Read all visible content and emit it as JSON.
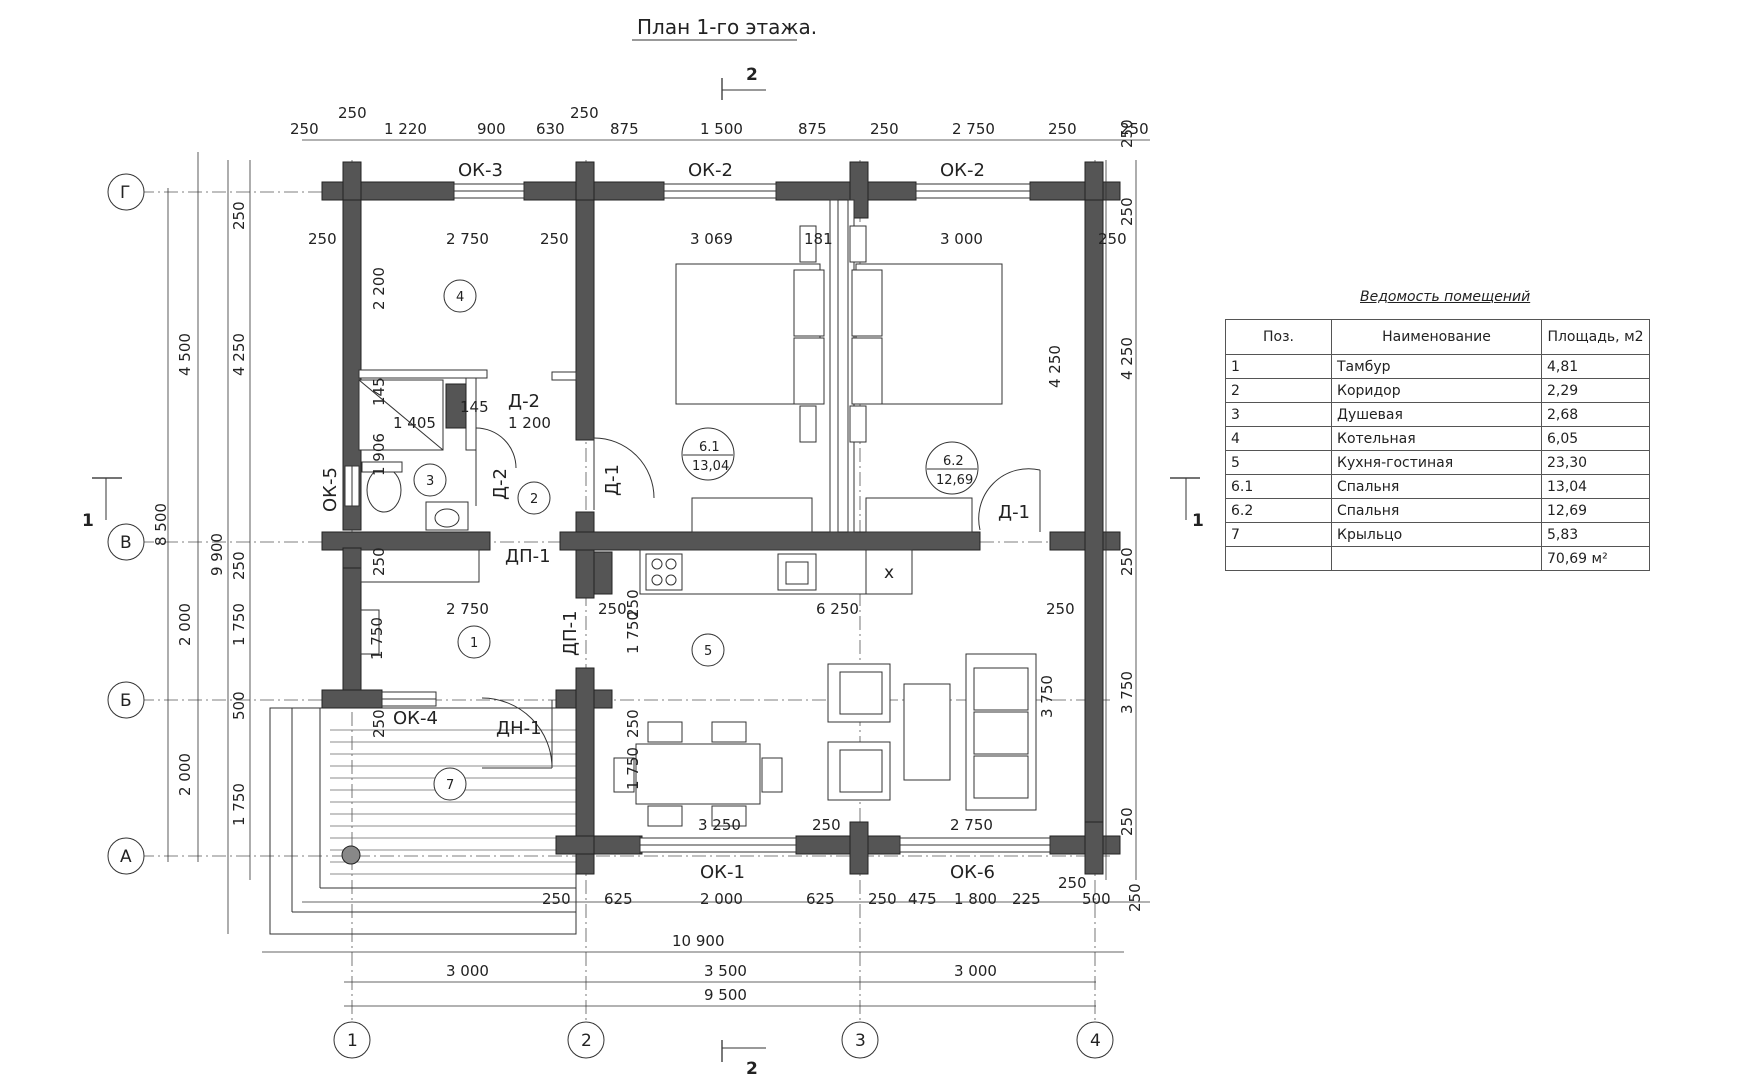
{
  "title": "План 1-го этажа.",
  "section_marks": {
    "top": "2",
    "bottom": "2",
    "left": "1",
    "right": "1"
  },
  "axes": {
    "rows": [
      "Г",
      "В",
      "Б",
      "А"
    ],
    "cols": [
      "1",
      "2",
      "3",
      "4"
    ]
  },
  "windows": [
    "ОК-3",
    "ОК-2",
    "ОК-2",
    "ОК-5",
    "ОК-4",
    "ОК-1",
    "ОК-6"
  ],
  "doors": [
    "Д-2",
    "Д-2",
    "Д-1",
    "Д-1",
    "ДП-1",
    "ДП-1",
    "ДН-1"
  ],
  "rooms": [
    {
      "pos": "4"
    },
    {
      "pos": "3"
    },
    {
      "pos": "2"
    },
    {
      "pos": "6.1",
      "area": "13,04"
    },
    {
      "pos": "6.2",
      "area": "12,69"
    },
    {
      "pos": "1"
    },
    {
      "pos": "5"
    },
    {
      "pos": "7"
    }
  ],
  "furniture_marks": {
    "x": "x"
  },
  "dims_top": [
    "250",
    "250",
    "1 220",
    "900",
    "630",
    "250",
    "875",
    "1 500",
    "875",
    "250",
    "2 750",
    "250",
    "250"
  ],
  "dims_bottom": [
    "250",
    "625",
    "2 000",
    "625",
    "250",
    "475",
    "1 800",
    "225",
    "250",
    "500",
    "250"
  ],
  "dims_total": {
    "overall": "10 900",
    "axis_total": "9 500",
    "bay1": "3 000",
    "bay2": "3 500",
    "bay3": "3 000"
  },
  "dims_left_outer": [
    "4 500",
    "8 500",
    "2 000",
    "2 000"
  ],
  "dims_left_mid": [
    "4 250",
    "9 900",
    "1 750",
    "1 750"
  ],
  "dims_left_inner": [
    "250",
    "250",
    "500"
  ],
  "dims_right": [
    "250",
    "4 250",
    "250",
    "3 750",
    "250",
    "250"
  ],
  "dims_inside": {
    "r4_w": "2 750",
    "r4_l": "250",
    "r4_r": "250",
    "r4_h": "2 200",
    "bed_w": "3 069",
    "bed_gap": "181",
    "bed2_w": "3 000",
    "bed2_r": "250",
    "wc_a": "145",
    "wc_b": "1 405",
    "wc_c": "145",
    "wc_d": "1 200",
    "wc_h": "1 906",
    "r1_w": "2 750",
    "r1_gap": "250",
    "r5_w": "6 250",
    "r5_r": "250",
    "r1_h": "1 750",
    "r1_top": "250",
    "r5_h": "1 750",
    "r5_left": "250",
    "r7_h": "1 750",
    "r7_l": "250",
    "r4_side": "4 250",
    "bot_a": "3 250",
    "bot_b": "250",
    "bot_c": "2 750",
    "r5_vert": "3 750"
  },
  "schedule": {
    "title": "Ведомость помещений",
    "headers": [
      "Поз.",
      "Наименование",
      "Площадь, м2"
    ],
    "rows": [
      [
        "1",
        "Тамбур",
        "4,81"
      ],
      [
        "2",
        "Коридор",
        "2,29"
      ],
      [
        "3",
        "Душевая",
        "2,68"
      ],
      [
        "4",
        "Котельная",
        "6,05"
      ],
      [
        "5",
        "Кухня-гостиная",
        "23,30"
      ],
      [
        "6.1",
        "Спальня",
        "13,04"
      ],
      [
        "6.2",
        "Спальня",
        "12,69"
      ],
      [
        "7",
        "Крыльцо",
        "5,83"
      ],
      [
        "",
        "",
        "70,69 м²"
      ]
    ]
  }
}
